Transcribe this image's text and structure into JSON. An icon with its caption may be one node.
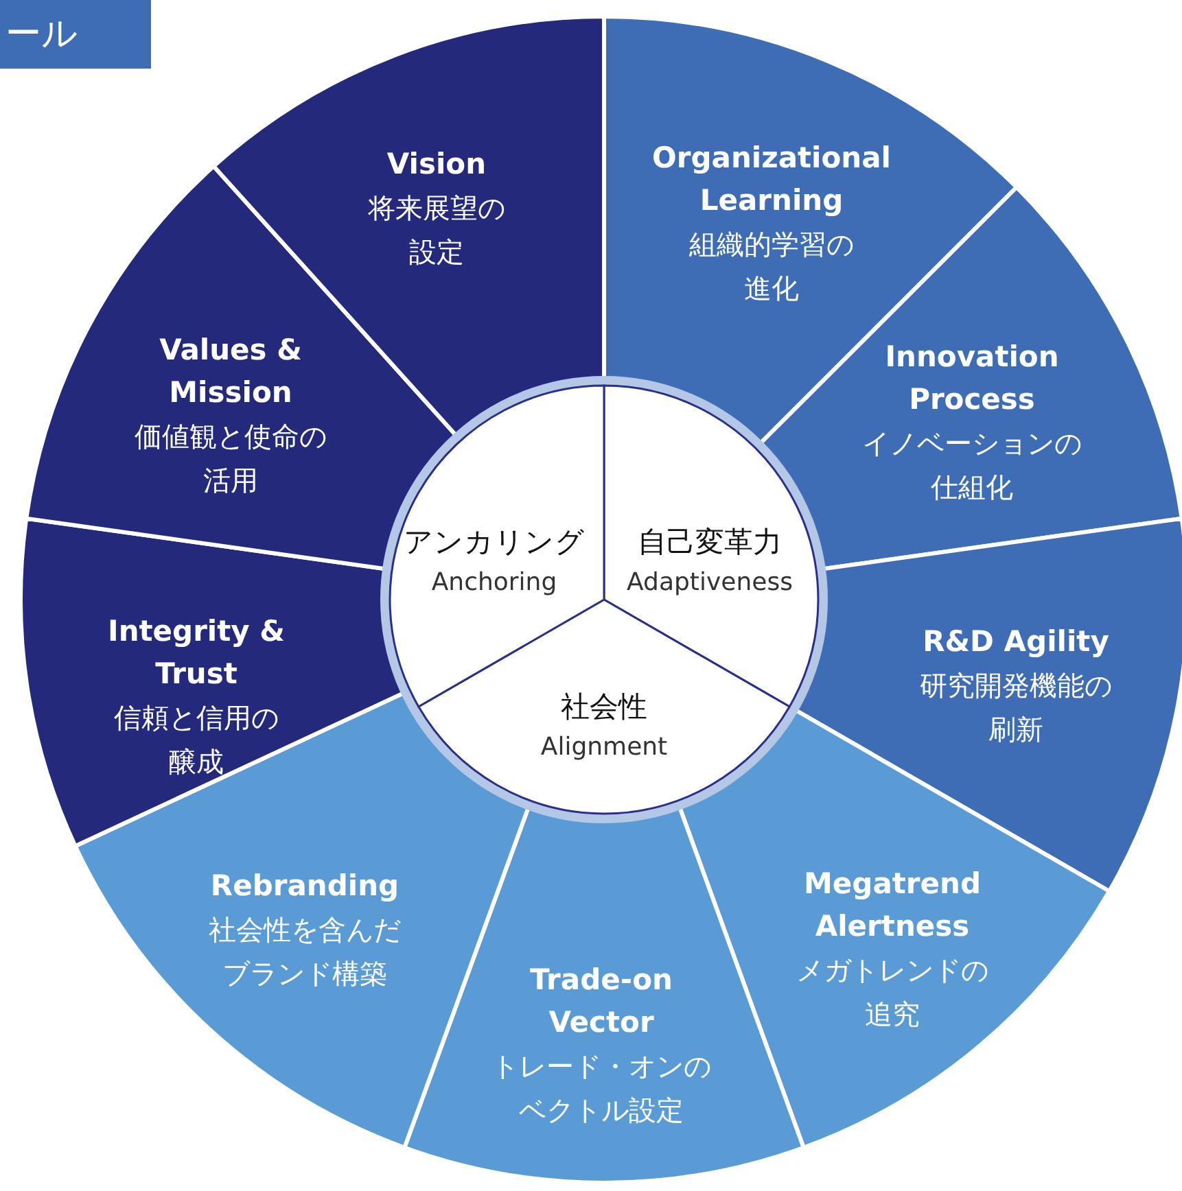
{
  "diagram": {
    "title": "ール",
    "nodes": [
      {
        "text": [
          "Organizational Learning",
          "組織的学習の進化"
        ]
      },
      {
        "text": [
          "Innovation Process",
          "イノベーションの仕組化"
        ]
      },
      {
        "text": [
          "R&D Agility",
          "研究開発機能の刷新"
        ]
      },
      {
        "text": [
          "Megatrend Alertness",
          "メガトレンドの追究"
        ]
      },
      {
        "text": [
          "Trade-on Vector",
          "トレード・オンのベクトル設定"
        ]
      },
      {
        "text": [
          "Rebranding",
          "社会性を含んだブランド構築"
        ]
      },
      {
        "text": [
          "Integrity & Trust",
          "信頼と信用の醸成"
        ]
      },
      {
        "text": [
          "Values & Mission",
          "価値観と使命の活用"
        ]
      },
      {
        "text": [
          "Vision",
          "将来展望の設定"
        ]
      },
      {
        "text": [
          "自己変革力",
          "Adaptiveness"
        ]
      },
      {
        "text": [
          "社会性",
          "Alignment"
        ]
      },
      {
        "text": [
          "アンカリング",
          "Anchoring"
        ]
      }
    ],
    "edges": []
  }
}
